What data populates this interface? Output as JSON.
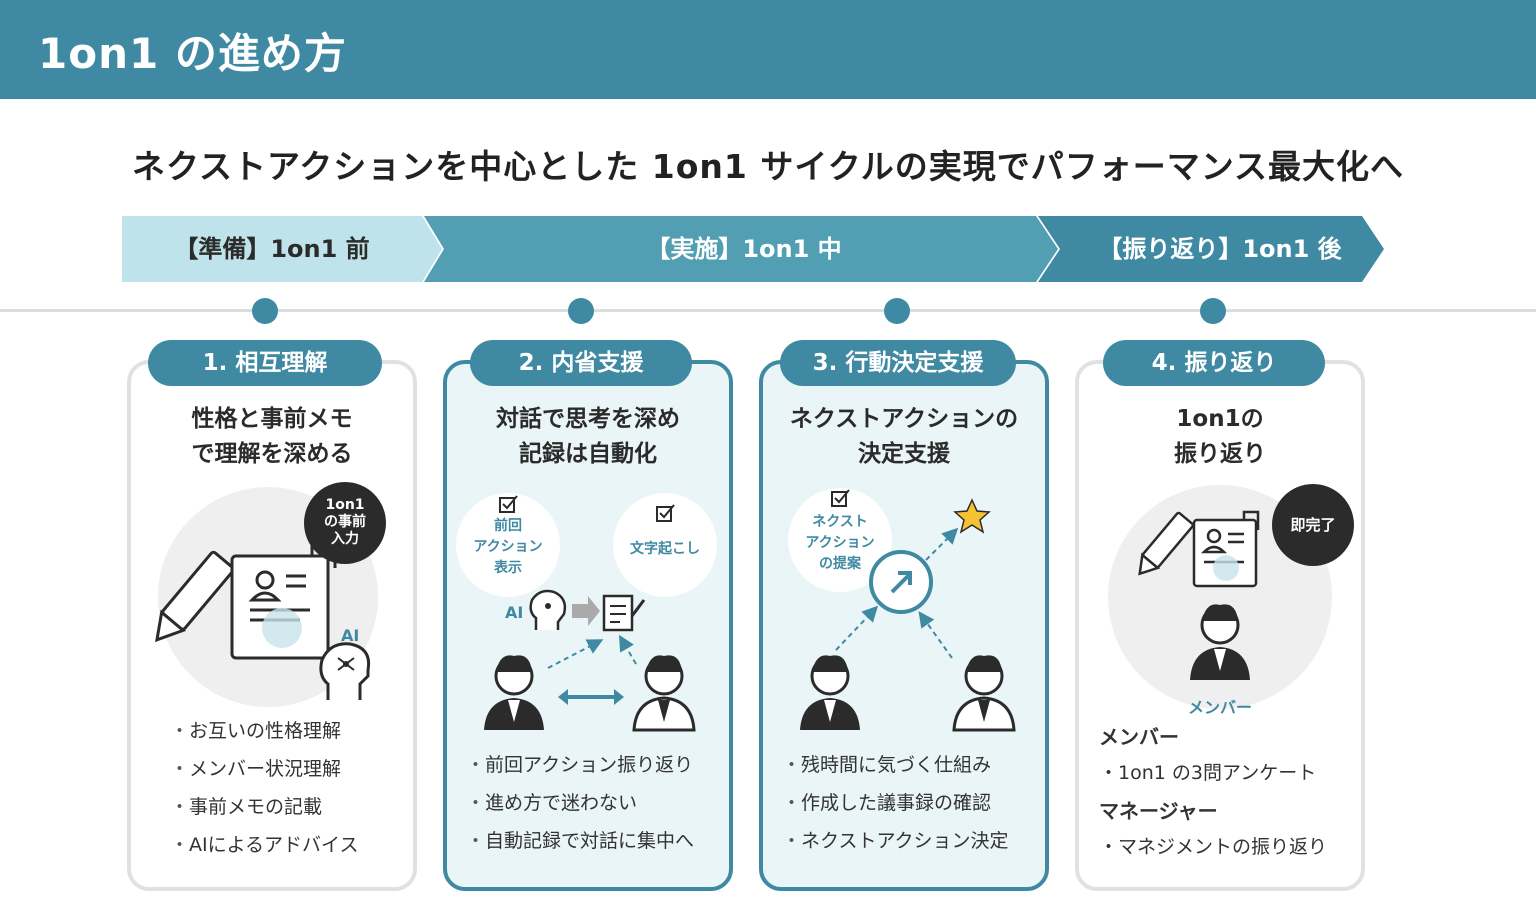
{
  "header": {
    "title": "1on1 の進め方"
  },
  "subtitle": "ネクストアクションを中心とした 1on1 サイクルの実現でパフォーマンス最大化へ",
  "phases": [
    {
      "label": "【準備】1on1 前"
    },
    {
      "label": "【実施】1on1 中"
    },
    {
      "label": "【振り返り】1on1 後"
    }
  ],
  "colors": {
    "primary": "#3f8aa2",
    "phase_light": "#bfe3ea",
    "phase_mid": "#529fb4",
    "phase_dark": "#3f8aa2",
    "card_active_bg": "#eaf5f7"
  },
  "steps": [
    {
      "badge": "1. 相互理解",
      "heading_line1": "性格と事前メモ",
      "heading_line2": "で理解を深める",
      "bubble": [
        "1on1",
        "の事前",
        "入力"
      ],
      "ai_label": "AI",
      "bullets": [
        "お互いの性格理解",
        "メンバー状況理解",
        "事前メモの記載",
        "AIによるアドバイス"
      ]
    },
    {
      "badge": "2. 内省支援",
      "heading_line1": "対話で思考を深め",
      "heading_line2": "記録は自動化",
      "circle_left": [
        "前回",
        "アクション",
        "表示"
      ],
      "circle_right": "文字起こし",
      "ai_label": "AI",
      "bullets": [
        "前回アクション振り返り",
        "進め方で迷わない",
        "自動記録で対話に集中へ"
      ]
    },
    {
      "badge": "3. 行動決定支援",
      "heading_line1": "ネクストアクションの",
      "heading_line2": "決定支援",
      "circle_left": [
        "ネクスト",
        "アクション",
        "の提案"
      ],
      "bullets": [
        "残時間に気づく仕組み",
        "作成した議事録の確認",
        "ネクストアクション決定"
      ]
    },
    {
      "badge": "4. 振り返り",
      "heading_line1": "1on1の",
      "heading_line2": "振り返り",
      "bubble": "即完了",
      "member_label": "メンバー",
      "roles": [
        {
          "role": "メンバー",
          "item": "1on1 の3問アンケート"
        },
        {
          "role": "マネージャー",
          "item": "マネジメントの振り返り"
        }
      ]
    }
  ]
}
